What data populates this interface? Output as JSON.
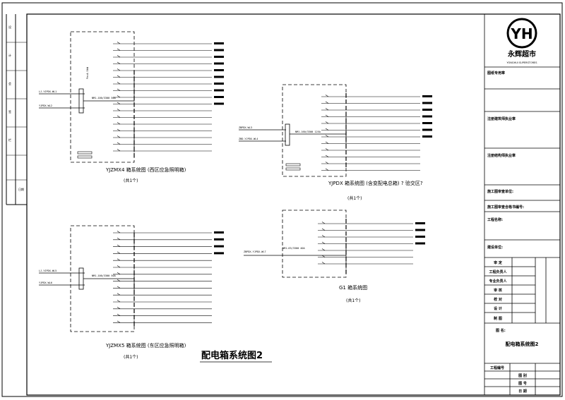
{
  "drawing": {
    "title": "配电箱系统图2"
  },
  "boxes": [
    {
      "id": "yjzmx4",
      "caption": "YJZMX4 箱系统图 (西区应急照明箱)",
      "count": "(共1个)"
    },
    {
      "id": "yjpdx",
      "caption": "YJPDX 箱系统图 (含变配电总箱) ? 验交区?",
      "count": "(共1个)"
    },
    {
      "id": "yjzmx5",
      "caption": "YJZMX5 箱系统图 (东区应急照明箱)",
      "count": "(共1个)"
    },
    {
      "id": "g1",
      "caption": "G1 箱系统图",
      "count": "(共1个)"
    }
  ],
  "title_block": {
    "logo_text": "YH",
    "company": "永辉超市",
    "company_en": "YONGHUI SUPERSTORES",
    "rows": [
      "图纸专用章",
      "注册建筑师执业章",
      "注册结构师执业章",
      "施工图审查单位:",
      "施工图审查合格书编号:",
      "工程名称:",
      "建设单位:"
    ],
    "roles": [
      "审 定",
      "工程负责人",
      "专业负责人",
      "审 核",
      "校 对",
      "设 计",
      "制 图"
    ],
    "drawing_name_label": "图 名:",
    "drawing_name": "配电箱系统图2",
    "footer_rows": [
      "工程编号",
      "图 别",
      "图 号",
      "日 期"
    ]
  }
}
